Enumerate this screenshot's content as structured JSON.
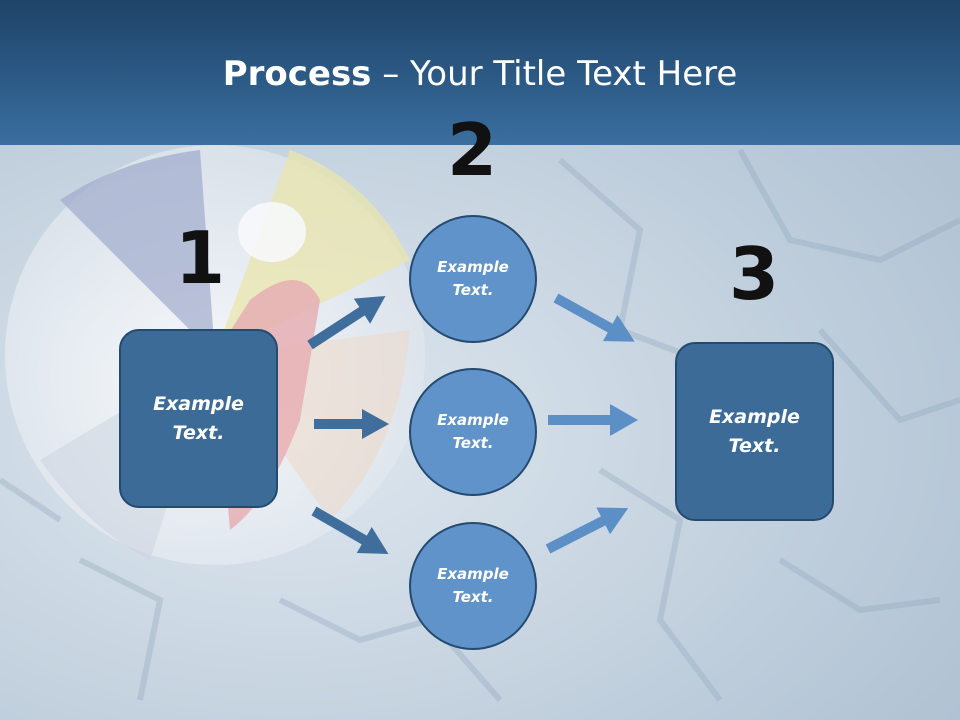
{
  "slide": {
    "title_bold": "Process",
    "title_rest": " – Your Title Text Here"
  },
  "steps": {
    "one": "1",
    "two": "2",
    "three": "3"
  },
  "nodes": {
    "left_box": "Example\nText.",
    "circle_top": "Example\nText.",
    "circle_middle": "Example\nText.",
    "circle_bottom": "Example\nText.",
    "right_box": "Example\nText."
  },
  "colors": {
    "header": "#2c5a86",
    "box_fill": "#3d6b98",
    "circle_fill": "#5f93c9",
    "arrow_dark": "#3f6e9c",
    "arrow_light": "#5b8fc6"
  }
}
